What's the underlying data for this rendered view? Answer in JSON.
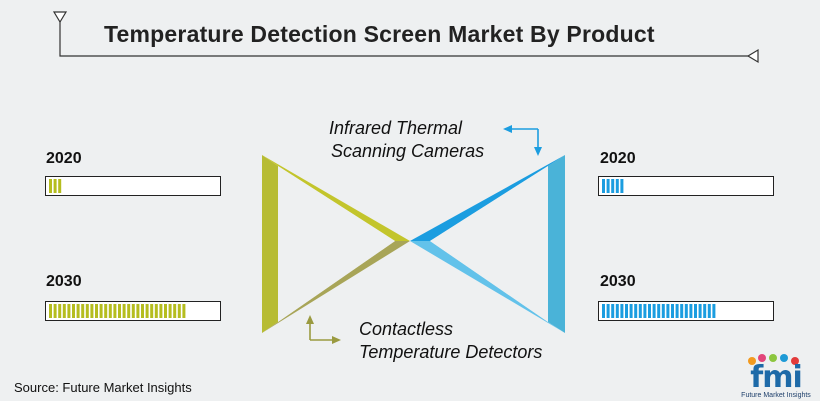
{
  "title": "Temperature Detection Screen Market By Product",
  "source": "Source: Future Market Insights",
  "logo": {
    "word": "fmi",
    "tagline": "Future Market Insights"
  },
  "colors": {
    "contactless": "#b5bd1f",
    "infrared": "#1b9de0",
    "ink": "#222222"
  },
  "chart_data": {
    "type": "bar",
    "title": "Temperature Detection Screen Market By Product",
    "series": [
      {
        "name": "Contactless Temperature Detectors",
        "name_lines": [
          "Contactless",
          "Temperature Detectors"
        ],
        "color": "#b5bd1f",
        "categories": [
          "2020",
          "2030"
        ],
        "values": [
          0.09,
          0.8
        ]
      },
      {
        "name": "Infrared Thermal Scanning Cameras",
        "name_lines": [
          "Infrared Thermal",
          "Scanning Cameras"
        ],
        "color": "#1b9de0",
        "categories": [
          "2020",
          "2030"
        ],
        "values": [
          0.13,
          0.67
        ]
      }
    ]
  }
}
